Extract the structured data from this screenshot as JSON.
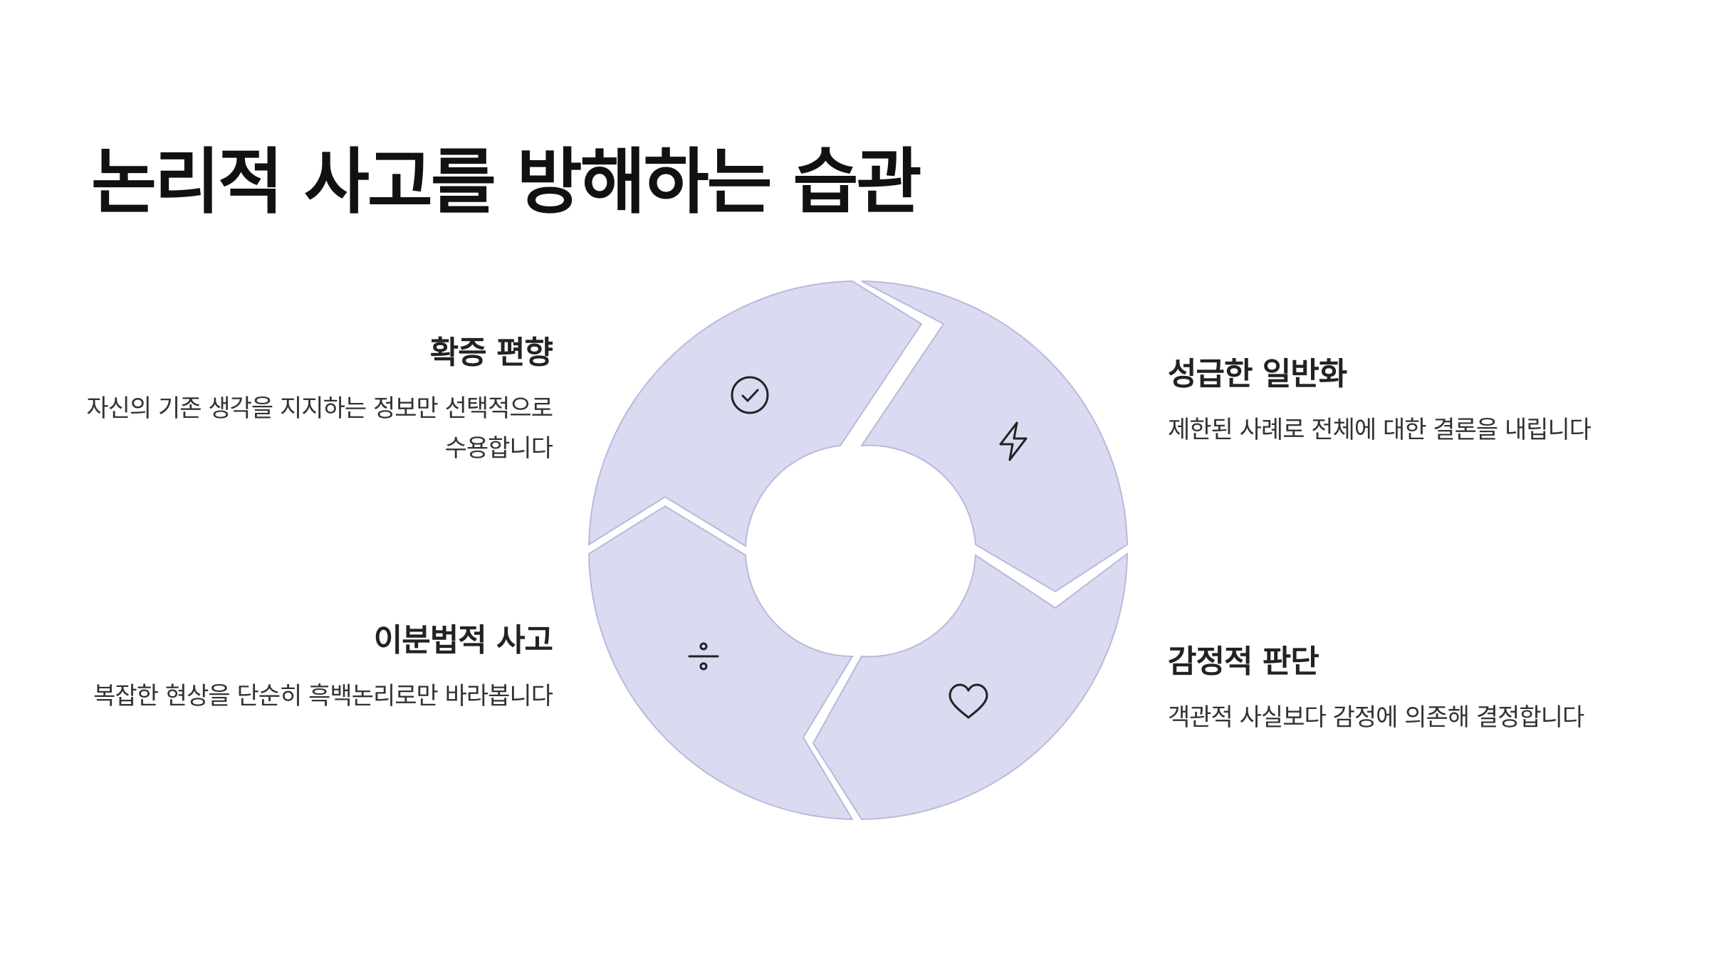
{
  "title": "논리적 사고를 방해하는 습관",
  "colors": {
    "segment_fill": "#dadaf0",
    "segment_stroke": "#b9b9dc",
    "icon_stroke": "#222222",
    "background": "#ffffff"
  },
  "habits": {
    "top_left": {
      "title": "확증 편향",
      "description": "자신의 기존 생각을 지지하는 정보만 선택적으로 수용합니다",
      "icon": "check-circle-icon"
    },
    "top_right": {
      "title": "성급한 일반화",
      "description": "제한된 사례로 전체에 대한 결론을 내립니다",
      "icon": "lightning-bolt-icon"
    },
    "bottom_left": {
      "title": "이분법적 사고",
      "description": "복잡한 현상을 단순히 흑백논리로만 바라봅니다",
      "icon": "divide-icon"
    },
    "bottom_right": {
      "title": "감정적 판단",
      "description": "객관적 사실보다 감정에 의존해 결정합니다",
      "icon": "heart-icon"
    }
  }
}
